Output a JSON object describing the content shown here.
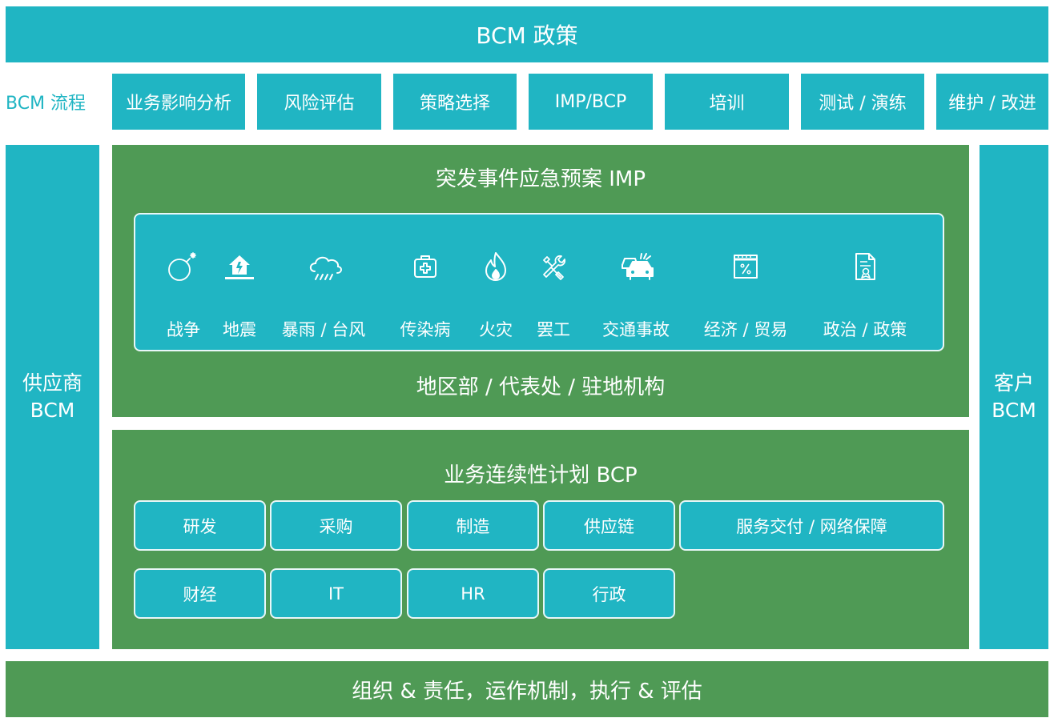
{
  "policy": {
    "title": "BCM 政策"
  },
  "process": {
    "label": "BCM 流程",
    "steps": [
      "业务影响分析",
      "风险评估",
      "策略选择",
      "IMP/BCP",
      "培训",
      "测试 / 演练",
      "维护 / 改进"
    ]
  },
  "supplier": {
    "line1": "供应商",
    "line2": "BCM"
  },
  "customer": {
    "line1": "客户",
    "line2": "BCM"
  },
  "imp": {
    "title": "突发事件应急预案 IMP",
    "footer": "地区部 / 代表处 / 驻地机构",
    "risks": [
      {
        "label": "战争",
        "icon": "bomb-icon"
      },
      {
        "label": "地震",
        "icon": "earthquake-house-icon"
      },
      {
        "label": "暴雨 / 台风",
        "icon": "rain-cloud-icon"
      },
      {
        "label": "传染病",
        "icon": "medical-kit-icon"
      },
      {
        "label": "火灾",
        "icon": "fire-icon"
      },
      {
        "label": "罢工",
        "icon": "tools-icon"
      },
      {
        "label": "交通事故",
        "icon": "car-crash-icon"
      },
      {
        "label": "经济 / 贸易",
        "icon": "percent-calendar-icon"
      },
      {
        "label": "政治 / 政策",
        "icon": "policy-document-icon"
      }
    ]
  },
  "bcp": {
    "title": "业务连续性计划 BCP",
    "row1": [
      "研发",
      "采购",
      "制造",
      "供应链",
      "服务交付 / 网络保障"
    ],
    "row2": [
      "财经",
      "IT",
      "HR",
      "行政"
    ]
  },
  "org": {
    "title": "组织 & 责任，运作机制，执行 & 评估"
  },
  "colors": {
    "teal": "#20b5c3",
    "green": "#4f9a55",
    "white": "#ffffff"
  }
}
